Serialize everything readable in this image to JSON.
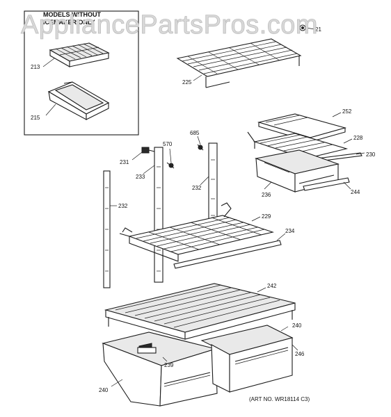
{
  "watermark": "AppliancePartsPros.com",
  "inset": {
    "heading_line1": "MODELS WITHOUT",
    "heading_line2": "ICEMAKER ONLY"
  },
  "callouts": [
    {
      "id": "213",
      "text": "213"
    },
    {
      "id": "215",
      "text": "215"
    },
    {
      "id": "21x",
      "text": "21"
    },
    {
      "id": "225",
      "text": "225"
    },
    {
      "id": "252",
      "text": "252"
    },
    {
      "id": "228",
      "text": "228"
    },
    {
      "id": "230",
      "text": "230"
    },
    {
      "id": "236",
      "text": "236"
    },
    {
      "id": "244",
      "text": "244"
    },
    {
      "id": "685",
      "text": "685"
    },
    {
      "id": "570",
      "text": "570"
    },
    {
      "id": "231",
      "text": "231"
    },
    {
      "id": "233",
      "text": "233"
    },
    {
      "id": "232a",
      "text": "232"
    },
    {
      "id": "232b",
      "text": "232"
    },
    {
      "id": "229",
      "text": "229"
    },
    {
      "id": "234",
      "text": "234"
    },
    {
      "id": "242",
      "text": "242"
    },
    {
      "id": "240a",
      "text": "240"
    },
    {
      "id": "246a",
      "text": "246"
    },
    {
      "id": "239",
      "text": "239"
    },
    {
      "id": "246b",
      "text": "246"
    },
    {
      "id": "240b",
      "text": "240"
    }
  ],
  "art_number": "(ART NO. WR18114 C3)"
}
